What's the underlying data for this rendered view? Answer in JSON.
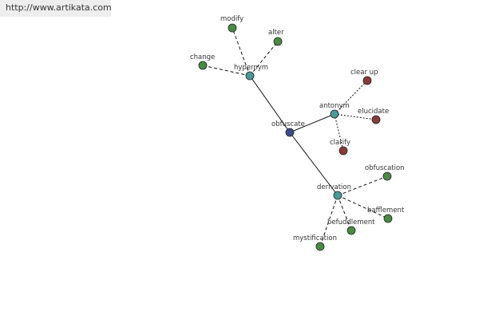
{
  "banner": {
    "url": "http://www.artikata.com"
  },
  "colors": {
    "center": "#3d4a8a",
    "relation": "#4a9a9a",
    "synonym": "#4a8a44",
    "antonym": "#8a3a3a"
  },
  "graph": {
    "nodes": [
      {
        "id": "obfuscate",
        "label": "obfuscate",
        "kind": "center"
      },
      {
        "id": "hypernym",
        "label": "hypernym",
        "kind": "relation"
      },
      {
        "id": "antonym",
        "label": "antonym",
        "kind": "relation"
      },
      {
        "id": "derivation",
        "label": "derivation",
        "kind": "relation"
      },
      {
        "id": "modify",
        "label": "modify",
        "kind": "synonym"
      },
      {
        "id": "alter",
        "label": "alter",
        "kind": "synonym"
      },
      {
        "id": "change",
        "label": "change",
        "kind": "synonym"
      },
      {
        "id": "clear-up",
        "label": "clear up",
        "kind": "antonym"
      },
      {
        "id": "elucidate",
        "label": "elucidate",
        "kind": "antonym"
      },
      {
        "id": "clarify",
        "label": "clarify",
        "kind": "antonym"
      },
      {
        "id": "obfuscation",
        "label": "obfuscation",
        "kind": "synonym"
      },
      {
        "id": "bafflement",
        "label": "bafflement",
        "kind": "synonym"
      },
      {
        "id": "befuddlement",
        "label": "befuddlement",
        "kind": "synonym"
      },
      {
        "id": "mystification",
        "label": "mystification",
        "kind": "synonym"
      }
    ],
    "edges": [
      {
        "from": "obfuscate",
        "to": "hypernym",
        "style": "solid"
      },
      {
        "from": "obfuscate",
        "to": "antonym",
        "style": "solid"
      },
      {
        "from": "obfuscate",
        "to": "derivation",
        "style": "solid"
      },
      {
        "from": "hypernym",
        "to": "modify",
        "style": "dashed"
      },
      {
        "from": "hypernym",
        "to": "alter",
        "style": "dashed"
      },
      {
        "from": "hypernym",
        "to": "change",
        "style": "dashed"
      },
      {
        "from": "antonym",
        "to": "clear-up",
        "style": "dotted"
      },
      {
        "from": "antonym",
        "to": "elucidate",
        "style": "dotted"
      },
      {
        "from": "antonym",
        "to": "clarify",
        "style": "dotted"
      },
      {
        "from": "derivation",
        "to": "obfuscation",
        "style": "dashed"
      },
      {
        "from": "derivation",
        "to": "bafflement",
        "style": "dashed"
      },
      {
        "from": "derivation",
        "to": "befuddlement",
        "style": "dashed"
      },
      {
        "from": "derivation",
        "to": "mystification",
        "style": "dashed"
      }
    ]
  }
}
